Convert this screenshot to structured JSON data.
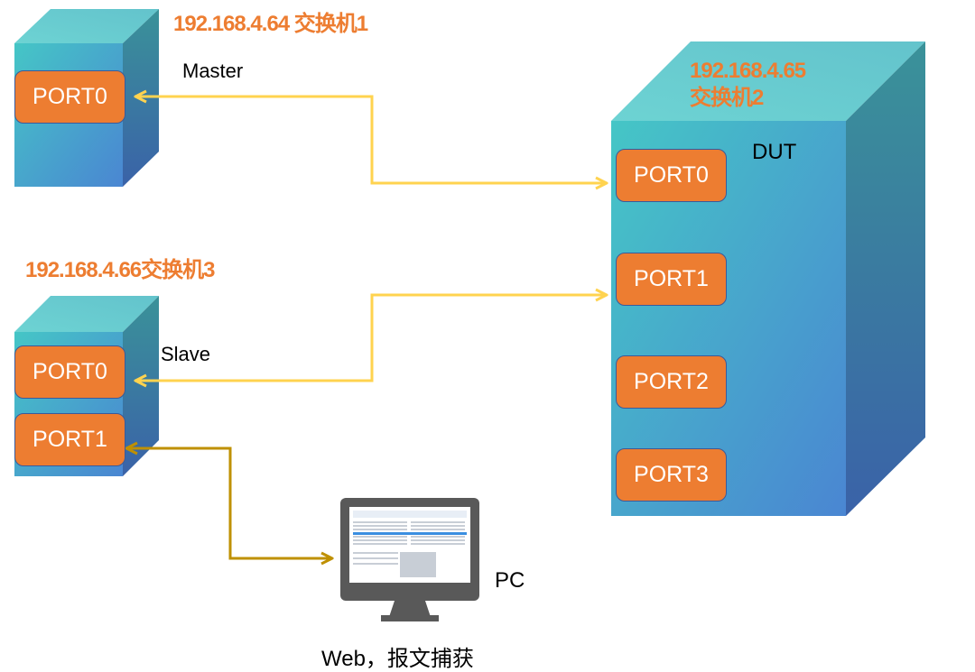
{
  "switches": [
    {
      "id": "switch1",
      "ip_label": "192.168.4.64 交换机1",
      "role_label": "Master",
      "ports": [
        "PORT0"
      ]
    },
    {
      "id": "switch2",
      "ip_label_line1": "192.168.4.65",
      "ip_label_line2": "交换机2",
      "role_label": "DUT",
      "ports": [
        "PORT0",
        "PORT1",
        "PORT2",
        "PORT3"
      ]
    },
    {
      "id": "switch3",
      "ip_label": "192.168.4.66交换机3",
      "role_label": "Slave",
      "ports": [
        "PORT0",
        "PORT1"
      ]
    }
  ],
  "pc": {
    "label": "PC",
    "caption": "Web，报文捕获"
  },
  "connections": [
    {
      "from": "switch2.PORT0",
      "to": "switch1.PORT0",
      "color": "#FFD34F"
    },
    {
      "from": "switch2.PORT1",
      "to": "switch3.PORT0",
      "color": "#FFD34F"
    },
    {
      "from": "switch3.PORT1",
      "to": "pc",
      "color": "#BF9000",
      "bidirectional": true
    }
  ],
  "colors": {
    "port_fill": "#ED7D31",
    "ip_text": "#ED7D31",
    "link_light": "#FFD34F",
    "link_dark": "#BF9000",
    "monitor": "#595959"
  }
}
